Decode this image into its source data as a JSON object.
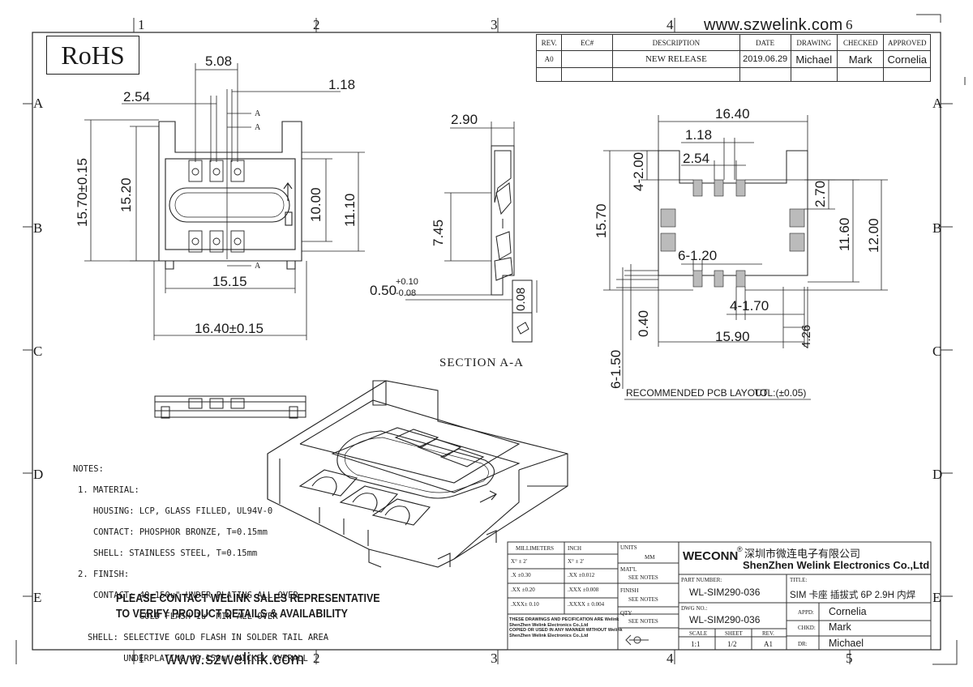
{
  "website_top": "www.szwelink.com",
  "website_bottom": "www.szwelink.com",
  "rohs": "RoHS",
  "zones_top": [
    "1",
    "2",
    "3",
    "4",
    "6"
  ],
  "zones_bottom": [
    "1",
    "2",
    "3",
    "4",
    "5"
  ],
  "zones_side": [
    "A",
    "B",
    "C",
    "D",
    "E"
  ],
  "revision": {
    "headers": [
      "REV.",
      "EC#",
      "DESCRIPTION",
      "DATE",
      "DRAWING",
      "CHECKED",
      "APPROVED"
    ],
    "row": [
      "A0",
      "",
      "NEW RELEASE",
      "2019.06.29",
      "Michael",
      "Mark",
      "Cornelia"
    ]
  },
  "front_view": {
    "dims": {
      "d508": "5.08",
      "d254": "2.54",
      "d118": "1.18",
      "h1570": "15.70±0.15",
      "h1520": "15.20",
      "h1000": "10.00",
      "h1110": "11.10",
      "w1515": "15.15",
      "w1640": "16.40±0.15"
    },
    "section_marks": [
      "A",
      "A",
      "A"
    ]
  },
  "section_view": {
    "dims": {
      "d290": "2.90",
      "d745": "7.45",
      "d050": "0.50",
      "tol_plus": "+0.10",
      "tol_minus": "-0.08",
      "d008": "0.08"
    },
    "label": "SECTION A-A"
  },
  "pcb_layout": {
    "dims": {
      "w1640": "16.40",
      "d118": "1.18",
      "d254": "2.54",
      "d4200": "4-2.00",
      "h1570": "15.70",
      "d270": "2.70",
      "d1160": "11.60",
      "d1200": "12.00",
      "d6120": "6-1.20",
      "d4170": "4-1.70",
      "d040": "0.40",
      "d1590": "15.90",
      "d426": "4.26",
      "d6150": "6-1.50"
    },
    "caption": "RECOMMENDED PCB LAYOUT",
    "tolerance": "TOL:(±0.05)"
  },
  "notes": {
    "header": "NOTES:",
    "lines": [
      "1. MATERIAL:",
      "   HOUSING: LCP, GLASS FILLED, UL94V-0",
      "   CONTACT: PHOSPHOR BRONZE, T=0.15mm",
      "   SHELL: STAINLESS STEEL, T=0.15mm",
      "2. FINISH:",
      "   CONTACT: 40-150u\" UNDER PLATING ALL OVER",
      "            GOLD FLASH 1u\" MIN ALL OVER",
      "SHELL: SELECTIVE GOLD FLASH IN SOLDER TAIL AREA",
      "       UNDERPLATING 40-150u\" NICKEL OVERALL"
    ]
  },
  "contact_note": [
    "PLEASE CONTACT WELINK SALES REPRESENTATIVE",
    "TO VERIFY PRODUCT DETAILS & AVAILABILITY"
  ],
  "title_block": {
    "millimeters": "MILLIMETERS",
    "inch": "INCH",
    "units": "UNITS",
    "mm": "MM",
    "tol_rows": [
      [
        "X° ± 2'",
        "X° ± 2'"
      ],
      [
        ".X ±0.30",
        ".XX ±0.012"
      ],
      [
        ".XX ±0.20",
        ".XXX ±0.008"
      ],
      [
        ".XXX± 0.10",
        ".XXXX ± 0.004"
      ]
    ],
    "matl": "MAT'L",
    "finish": "FINISH",
    "qty": "QTY",
    "see_notes": "SEE NOTES",
    "disclaimer": [
      "THESE DRAWINGS AND PECIFICATION ARE Welink",
      "ShenZhen Welink Electronics Co.,Ltd",
      "COPIED OR USED IN ANY MANNER WITHOUT Welink",
      "ShenZhen Welink Electronics Co.,Ltd"
    ],
    "company_brand": "WECONN",
    "company_cn": "深圳市微连电子有限公司",
    "company_en": "ShenZhen Welink Electronics Co.,Ltd",
    "part_number_label": "PART NUMBER:",
    "part_number": "WL-SIM290-036",
    "dwg_label": "DWG NO.:",
    "dwg_no": "WL-SIM290-036",
    "title_label": "TITLE:",
    "title": "SIM 卡座 插拔式 6P 2.9H 内焊",
    "appd_label": "APPD:",
    "appd": "Cornelia",
    "chkd_label": "CHKD:",
    "chkd": "Mark",
    "dr_label": "DR:",
    "dr": "Michael",
    "scale_label": "SCALE",
    "scale": "1:1",
    "sheet_label": "SHEET",
    "sheet": "1/2",
    "rev_label": "REV.",
    "rev": "A1"
  }
}
